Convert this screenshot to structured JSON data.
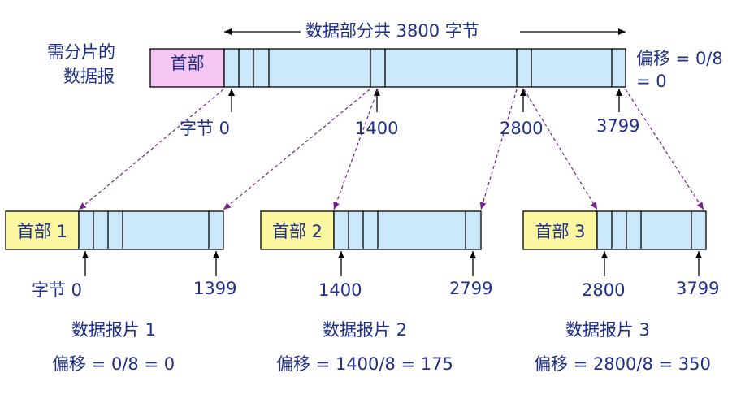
{
  "original": {
    "label_line1": "需分片的",
    "label_line2": "数据报",
    "header": "首部",
    "span_label": "数据部分共 3800 字节",
    "offset_line1": "偏移 = 0/8",
    "offset_line2": "= 0",
    "byte_labels": [
      "字节 0",
      "1400",
      "2800",
      "3799"
    ]
  },
  "fragments": [
    {
      "header": "首部 1",
      "start_label": "字节 0",
      "end_label": "1399",
      "name": "数据报片 1",
      "offset": "偏移 = 0/8 = 0"
    },
    {
      "header": "首部 2",
      "start_label": "1400",
      "end_label": "2799",
      "name": "数据报片 2",
      "offset": "偏移 = 1400/8 = 175"
    },
    {
      "header": "首部 3",
      "start_label": "2800",
      "end_label": "3799",
      "name": "数据报片 3",
      "offset": "偏移 = 2800/8 = 350"
    }
  ],
  "colors": {
    "text": "#1f2f8a",
    "data_fill": "#cce9fb",
    "original_header_fill": "#f6c6f2",
    "fragment_header_fill": "#fbf7a0",
    "dashed_arrow": "#7a1f8f"
  }
}
